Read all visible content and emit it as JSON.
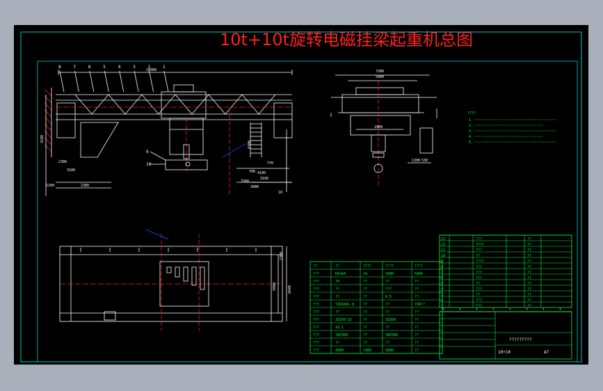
{
  "drawing": {
    "title": "10t+10t旋转电磁挂梁起重机总图",
    "colors": {
      "background_outer": "#a9b0bb",
      "model_space": "#000000",
      "frame": "#00c8c8",
      "geometry": "#ffffff",
      "centerline": "#ff2020",
      "dimension": "#ffffff",
      "table": "#00ff40",
      "leader": "#0040ff",
      "hatch": "#ff2020"
    },
    "front_view": {
      "balloons": [
        "8",
        "7",
        "6",
        "5",
        "4",
        "3",
        "2",
        "1"
      ],
      "dims": [
        "18000",
        "3180",
        "2380",
        "3100",
        "4300",
        "2380",
        "770",
        "4100",
        "7500",
        "700",
        "3100",
        "3080",
        "1200",
        "10"
      ],
      "callouts": [
        "9",
        "10"
      ]
    },
    "side_view": {
      "dims": [
        "7300",
        "5000",
        "2400",
        "1300",
        "530"
      ]
    },
    "notes": {
      "heading": "????",
      "lines": [
        "1.",
        "2.",
        "3.",
        "4.",
        "5."
      ]
    },
    "plan_view": {
      "dims": [
        "2300",
        "5000",
        "8440"
      ]
    },
    "parameter_table": {
      "header": [
        "??",
        "??",
        "????",
        "????",
        "????"
      ],
      "rows": [
        [
          "???",
          "KA+KA",
          "14",
          "5000",
          "5800"
        ],
        [
          "???",
          "79",
          "??",
          "??",
          "??"
        ],
        [
          "???",
          "??",
          "??",
          "???",
          "??"
        ],
        [
          "???",
          "??",
          "??",
          "4.5",
          "??"
        ],
        [
          "???",
          "YZR160L-8",
          "??",
          "??",
          "YZR??"
        ],
        [
          "???",
          "??",
          "??",
          "??",
          "??"
        ],
        [
          "???",
          "ZQ350-II",
          "??",
          "ZQ350",
          "??"
        ],
        [
          "???",
          "10.1",
          "??",
          "??",
          "??"
        ],
        [
          "???",
          "YWZ300",
          "??",
          "YWZ300",
          "??"
        ],
        [
          "???",
          "??",
          "??",
          "??",
          "??"
        ],
        [
          "???",
          "4900",
          "2380",
          "5800",
          "??"
        ]
      ]
    },
    "parts_list": {
      "rows": [
        [
          "13",
          "",
          "???",
          "",
          "??"
        ],
        [
          "12",
          "",
          "????",
          "",
          "??"
        ],
        [
          "11",
          "",
          "???",
          "",
          "??"
        ],
        [
          "10",
          "",
          "??",
          "",
          "??"
        ],
        [
          "9",
          "",
          "????",
          "",
          "??"
        ],
        [
          "8",
          "",
          "???",
          "",
          "??"
        ],
        [
          "7",
          "",
          "???",
          "",
          "??"
        ],
        [
          "6",
          "",
          "???",
          "",
          "??"
        ],
        [
          "5",
          "",
          "??",
          "",
          "??"
        ],
        [
          "4",
          "",
          "???",
          "",
          "??"
        ],
        [
          "3",
          "",
          "??",
          "",
          "??"
        ],
        [
          "2",
          "",
          "???",
          "",
          "??"
        ],
        [
          "1",
          "",
          "???",
          "",
          "??"
        ]
      ]
    },
    "title_block": {
      "name": "?????????",
      "drawing_no": "10+10",
      "sheet": "A7"
    }
  }
}
